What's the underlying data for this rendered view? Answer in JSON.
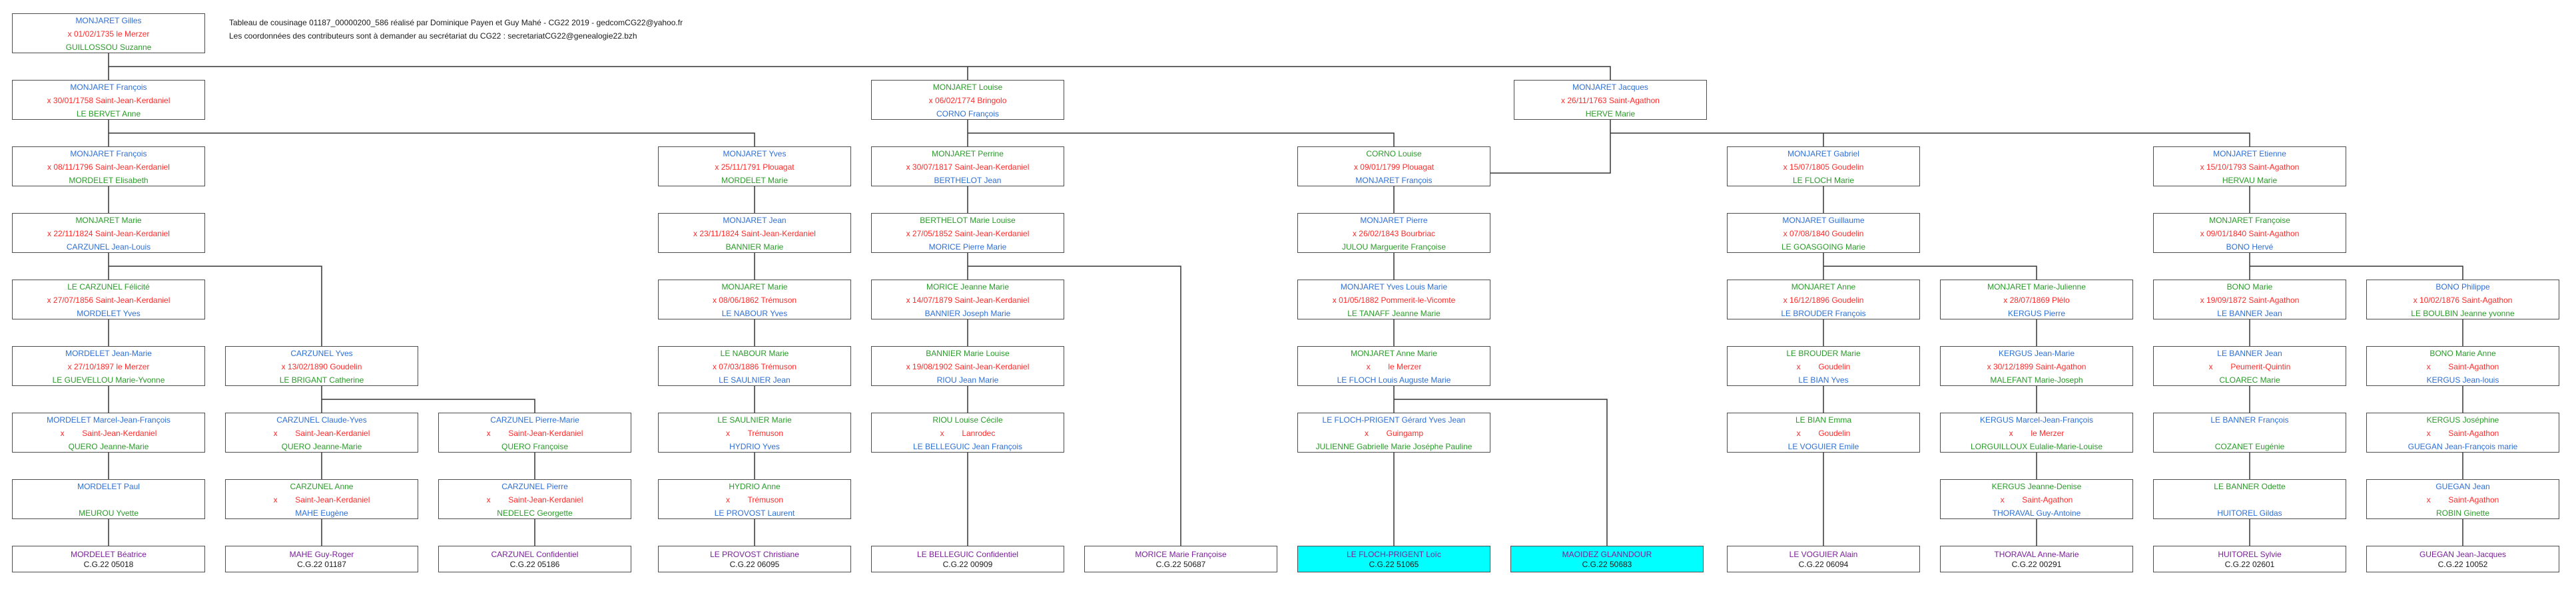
{
  "header": {
    "line1": "Tableau de cousinage 01187_00000200_586 réalisé par Dominique Payen et Guy Mahé - CG22 2019 - gedcomCG22@yahoo.fr",
    "line2": "Les coordonnées des contributeurs sont à demander au secrétariat du CG22 : secretariatCG22@genealogie22.bzh"
  },
  "boxes": [
    {
      "id": "root",
      "lines": [
        {
          "t": "MONJARET Gilles",
          "c": "b"
        },
        {
          "t": "x 01/02/1735 le Merzer",
          "c": "r"
        },
        {
          "t": "GUILLOSSOU Suzanne",
          "c": "g"
        }
      ]
    },
    {
      "id": "c1r1",
      "lines": [
        {
          "t": "MONJARET François",
          "c": "b"
        },
        {
          "t": "x 30/01/1758 Saint-Jean-Kerdaniel",
          "c": "r"
        },
        {
          "t": "LE BERVET Anne",
          "c": "g"
        }
      ]
    },
    {
      "id": "c1r2",
      "lines": [
        {
          "t": "MONJARET François",
          "c": "b"
        },
        {
          "t": "x 08/11/1796 Saint-Jean-Kerdaniel",
          "c": "r"
        },
        {
          "t": "MORDELET Elisabeth",
          "c": "g"
        }
      ]
    },
    {
      "id": "c1r3",
      "lines": [
        {
          "t": "MONJARET Marie",
          "c": "g"
        },
        {
          "t": "x 22/11/1824 Saint-Jean-Kerdaniel",
          "c": "r"
        },
        {
          "t": "CARZUNEL Jean-Louis",
          "c": "b"
        }
      ]
    },
    {
      "id": "c1r4",
      "lines": [
        {
          "t": "LE CARZUNEL Félicité",
          "c": "g"
        },
        {
          "t": "x 27/07/1856 Saint-Jean-Kerdaniel",
          "c": "r"
        },
        {
          "t": "MORDELET Yves",
          "c": "b"
        }
      ]
    },
    {
      "id": "c1r5",
      "lines": [
        {
          "t": "MORDELET Jean-Marie",
          "c": "b"
        },
        {
          "t": "x 27/10/1897 le Merzer",
          "c": "r"
        },
        {
          "t": "LE GUEVELLOU Marie-Yvonne",
          "c": "g"
        }
      ]
    },
    {
      "id": "c1r6",
      "lines": [
        {
          "t": "MORDELET Marcel-Jean-François",
          "c": "b"
        },
        {
          "t": "x        Saint-Jean-Kerdaniel",
          "c": "r"
        },
        {
          "t": "QUERO Jeanne-Marie",
          "c": "g"
        }
      ]
    },
    {
      "id": "c1r7",
      "lines": [
        {
          "t": "MORDELET Paul",
          "c": "b"
        },
        {
          "t": "",
          "c": "r"
        },
        {
          "t": "MEUROU Yvette",
          "c": "g"
        }
      ]
    },
    {
      "id": "c1r8",
      "cls": "h4",
      "lines": [
        {
          "t": "MORDELET Béatrice",
          "c": "p"
        },
        {
          "t": "C.G.22 05018",
          "c": "k"
        }
      ]
    },
    {
      "id": "c2r5",
      "lines": [
        {
          "t": "CARZUNEL Yves",
          "c": "b"
        },
        {
          "t": "x 13/02/1890 Goudelin",
          "c": "r"
        },
        {
          "t": "LE BRIGANT Catherine",
          "c": "g"
        }
      ]
    },
    {
      "id": "c2r6",
      "lines": [
        {
          "t": "CARZUNEL Claude-Yves",
          "c": "b"
        },
        {
          "t": "x        Saint-Jean-Kerdaniel",
          "c": "r"
        },
        {
          "t": "QUERO Jeanne-Marie",
          "c": "g"
        }
      ]
    },
    {
      "id": "c2r7",
      "lines": [
        {
          "t": "CARZUNEL Anne",
          "c": "g"
        },
        {
          "t": "x        Saint-Jean-Kerdaniel",
          "c": "r"
        },
        {
          "t": "MAHE Eugène",
          "c": "b"
        }
      ]
    },
    {
      "id": "c2r8",
      "cls": "h4",
      "lines": [
        {
          "t": "MAHE Guy-Roger",
          "c": "p"
        },
        {
          "t": "C.G.22 01187",
          "c": "k"
        }
      ]
    },
    {
      "id": "c3r6",
      "lines": [
        {
          "t": "CARZUNEL Pierre-Marie",
          "c": "b"
        },
        {
          "t": "x        Saint-Jean-Kerdaniel",
          "c": "r"
        },
        {
          "t": "QUERO Françoise",
          "c": "g"
        }
      ]
    },
    {
      "id": "c3r7",
      "lines": [
        {
          "t": "CARZUNEL Pierre",
          "c": "b"
        },
        {
          "t": "x        Saint-Jean-Kerdaniel",
          "c": "r"
        },
        {
          "t": "NEDELEC Georgette",
          "c": "g"
        }
      ]
    },
    {
      "id": "c3r8",
      "cls": "h4",
      "lines": [
        {
          "t": "CARZUNEL Confidentiel",
          "c": "p"
        },
        {
          "t": "C.G.22 05186",
          "c": "k"
        }
      ]
    },
    {
      "id": "c4r2",
      "lines": [
        {
          "t": "MONJARET Yves",
          "c": "b"
        },
        {
          "t": "x 25/11/1791 Plouagat",
          "c": "r"
        },
        {
          "t": "MORDELET Marie",
          "c": "g"
        }
      ]
    },
    {
      "id": "c4r3",
      "lines": [
        {
          "t": "MONJARET Jean",
          "c": "b"
        },
        {
          "t": "x 23/11/1824 Saint-Jean-Kerdaniel",
          "c": "r"
        },
        {
          "t": "BANNIER Marie",
          "c": "g"
        }
      ]
    },
    {
      "id": "c4r4",
      "lines": [
        {
          "t": "MONJARET Marie",
          "c": "g"
        },
        {
          "t": "x 08/06/1862 Trémuson",
          "c": "r"
        },
        {
          "t": "LE NABOUR Yves",
          "c": "b"
        }
      ]
    },
    {
      "id": "c4r5",
      "lines": [
        {
          "t": "LE NABOUR Marie",
          "c": "g"
        },
        {
          "t": "x 07/03/1886 Trémuson",
          "c": "r"
        },
        {
          "t": "LE SAULNIER Jean",
          "c": "b"
        }
      ]
    },
    {
      "id": "c4r6",
      "lines": [
        {
          "t": "LE SAULNIER Marie",
          "c": "g"
        },
        {
          "t": "x        Trémuson",
          "c": "r"
        },
        {
          "t": "HYDRIO Yves",
          "c": "b"
        }
      ]
    },
    {
      "id": "c4r7",
      "lines": [
        {
          "t": "HYDRIO Anne",
          "c": "g"
        },
        {
          "t": "x        Trémuson",
          "c": "r"
        },
        {
          "t": "LE PROVOST Laurent",
          "c": "b"
        }
      ]
    },
    {
      "id": "c4r8",
      "cls": "h4",
      "lines": [
        {
          "t": "LE PROVOST Christiane",
          "c": "p"
        },
        {
          "t": "C.G.22 06095",
          "c": "k"
        }
      ]
    },
    {
      "id": "c5r1",
      "lines": [
        {
          "t": "MONJARET Louise",
          "c": "g"
        },
        {
          "t": "x 06/02/1774 Bringolo",
          "c": "r"
        },
        {
          "t": "CORNO François",
          "c": "b"
        }
      ]
    },
    {
      "id": "c5r2",
      "lines": [
        {
          "t": "MONJARET Perrine",
          "c": "g"
        },
        {
          "t": "x 30/07/1817 Saint-Jean-Kerdaniel",
          "c": "r"
        },
        {
          "t": "BERTHELOT Jean",
          "c": "b"
        }
      ]
    },
    {
      "id": "c5r3",
      "lines": [
        {
          "t": "BERTHELOT Marie Louise",
          "c": "g"
        },
        {
          "t": "x 27/05/1852 Saint-Jean-Kerdaniel",
          "c": "r"
        },
        {
          "t": "MORICE Pierre Marie",
          "c": "b"
        }
      ]
    },
    {
      "id": "c5r4",
      "lines": [
        {
          "t": "MORICE Jeanne Marie",
          "c": "g"
        },
        {
          "t": "x 14/07/1879 Saint-Jean-Kerdaniel",
          "c": "r"
        },
        {
          "t": "BANNIER Joseph Marie",
          "c": "b"
        }
      ]
    },
    {
      "id": "c5r5",
      "lines": [
        {
          "t": "BANNIER Marie Louise",
          "c": "g"
        },
        {
          "t": "x 19/08/1902 Saint-Jean-Kerdaniel",
          "c": "r"
        },
        {
          "t": "RIOU Jean Marie",
          "c": "b"
        }
      ]
    },
    {
      "id": "c5r6",
      "lines": [
        {
          "t": "RIOU Louise Cécile",
          "c": "g"
        },
        {
          "t": "x        Lanrodec",
          "c": "r"
        },
        {
          "t": "LE BELLEGUIC Jean François",
          "c": "b"
        }
      ]
    },
    {
      "id": "c5r8",
      "cls": "h4",
      "lines": [
        {
          "t": "LE BELLEGUIC Confidentiel",
          "c": "p"
        },
        {
          "t": "C.G.22 00909",
          "c": "k"
        }
      ]
    },
    {
      "id": "c6r8",
      "cls": "h4",
      "lines": [
        {
          "t": "MORICE Marie Françoise",
          "c": "p"
        },
        {
          "t": "C.G.22 50687",
          "c": "k"
        }
      ]
    },
    {
      "id": "c7r2",
      "lines": [
        {
          "t": "CORNO Louise",
          "c": "g"
        },
        {
          "t": "x 09/01/1799 Plouagat",
          "c": "r"
        },
        {
          "t": "MONJARET François",
          "c": "b"
        }
      ]
    },
    {
      "id": "c7r3",
      "lines": [
        {
          "t": "MONJARET Pierre",
          "c": "b"
        },
        {
          "t": "x 26/02/1843 Bourbriac",
          "c": "r"
        },
        {
          "t": "JULOU Marguerite Françoise",
          "c": "g"
        }
      ]
    },
    {
      "id": "c7r4",
      "lines": [
        {
          "t": "MONJARET Yves Louis Marie",
          "c": "b"
        },
        {
          "t": "x 01/05/1882 Pommerit-le-Vicomte",
          "c": "r"
        },
        {
          "t": "LE TANAFF Jeanne Marie",
          "c": "g"
        }
      ]
    },
    {
      "id": "c7r5",
      "lines": [
        {
          "t": "MONJARET Anne Marie",
          "c": "g"
        },
        {
          "t": "x        le Merzer",
          "c": "r"
        },
        {
          "t": "LE FLOCH Louis Auguste Marie",
          "c": "b"
        }
      ]
    },
    {
      "id": "c7r6",
      "lines": [
        {
          "t": "LE FLOCH-PRIGENT Gérard Yves Jean",
          "c": "b"
        },
        {
          "t": "x        Guingamp",
          "c": "r"
        },
        {
          "t": "JULIENNE Gabrielle Marie Joséphe Pauline",
          "c": "g"
        }
      ]
    },
    {
      "id": "c7r8",
      "cls": "h4 cyan",
      "lines": [
        {
          "t": "LE FLOCH-PRIGENT Loïc",
          "c": "p"
        },
        {
          "t": "C.G.22 51065",
          "c": "k"
        }
      ]
    },
    {
      "id": "c8r8",
      "cls": "h4 cyan",
      "lines": [
        {
          "t": "MAOIDEZ GLANNDOUR",
          "c": "p"
        },
        {
          "t": "C.G.22 50683",
          "c": "k"
        }
      ]
    },
    {
      "id": "c9r1",
      "lines": [
        {
          "t": "MONJARET Jacques",
          "c": "b"
        },
        {
          "t": "x 26/11/1763 Saint-Agathon",
          "c": "r"
        },
        {
          "t": "HERVE Marie",
          "c": "g"
        }
      ]
    },
    {
      "id": "c9r2",
      "lines": [
        {
          "t": "MONJARET Gabriel",
          "c": "b"
        },
        {
          "t": "x 15/07/1805 Goudelin",
          "c": "r"
        },
        {
          "t": "LE FLOCH Marie",
          "c": "g"
        }
      ]
    },
    {
      "id": "c9r3",
      "lines": [
        {
          "t": "MONJARET Guillaume",
          "c": "b"
        },
        {
          "t": "x 07/08/1840 Goudelin",
          "c": "r"
        },
        {
          "t": "LE GOASGOING Marie",
          "c": "g"
        }
      ]
    },
    {
      "id": "c9r4",
      "lines": [
        {
          "t": "MONJARET Anne",
          "c": "g"
        },
        {
          "t": "x 16/12/1896 Goudelin",
          "c": "r"
        },
        {
          "t": "LE BROUDER François",
          "c": "b"
        }
      ]
    },
    {
      "id": "c9r5",
      "lines": [
        {
          "t": "LE BROUDER Marie",
          "c": "g"
        },
        {
          "t": "x        Goudelin",
          "c": "r"
        },
        {
          "t": "LE BIAN Yves",
          "c": "b"
        }
      ]
    },
    {
      "id": "c9r6",
      "lines": [
        {
          "t": "LE BIAN Emma",
          "c": "g"
        },
        {
          "t": "x        Goudelin",
          "c": "r"
        },
        {
          "t": "LE VOGUIER Emile",
          "c": "b"
        }
      ]
    },
    {
      "id": "c9r8",
      "cls": "h4",
      "lines": [
        {
          "t": "LE VOGUIER Alain",
          "c": "p"
        },
        {
          "t": "C.G.22 06094",
          "c": "k"
        }
      ]
    },
    {
      "id": "c10r4",
      "lines": [
        {
          "t": "MONJARET Marie-Julienne",
          "c": "g"
        },
        {
          "t": "x 28/07/1869 Plélo",
          "c": "r"
        },
        {
          "t": "KERGUS Pierre",
          "c": "b"
        }
      ]
    },
    {
      "id": "c10r5",
      "lines": [
        {
          "t": "KERGUS Jean-Marie",
          "c": "b"
        },
        {
          "t": "x 30/12/1899 Saint-Agathon",
          "c": "r"
        },
        {
          "t": "MALEFANT Marie-Joseph",
          "c": "g"
        }
      ]
    },
    {
      "id": "c10r6",
      "lines": [
        {
          "t": "KERGUS Marcel-Jean-François",
          "c": "b"
        },
        {
          "t": "x        le Merzer",
          "c": "r"
        },
        {
          "t": "LORGUILLOUX Eulalie-Marie-Louise",
          "c": "g"
        }
      ]
    },
    {
      "id": "c10r7",
      "lines": [
        {
          "t": "KERGUS Jeanne-Denise",
          "c": "g"
        },
        {
          "t": "x        Saint-Agathon",
          "c": "r"
        },
        {
          "t": "THORAVAL Guy-Antoine",
          "c": "b"
        }
      ]
    },
    {
      "id": "c10r8",
      "cls": "h4",
      "lines": [
        {
          "t": "THORAVAL Anne-Marie",
          "c": "p"
        },
        {
          "t": "C.G.22 00291",
          "c": "k"
        }
      ]
    },
    {
      "id": "c11r2",
      "lines": [
        {
          "t": "MONJARET Etienne",
          "c": "b"
        },
        {
          "t": "x 15/10/1793 Saint-Agathon",
          "c": "r"
        },
        {
          "t": "HERVAU Marie",
          "c": "g"
        }
      ]
    },
    {
      "id": "c11r3",
      "lines": [
        {
          "t": "MONJARET Françoise",
          "c": "g"
        },
        {
          "t": "x 09/01/1840 Saint-Agathon",
          "c": "r"
        },
        {
          "t": "BONO Hervé",
          "c": "b"
        }
      ]
    },
    {
      "id": "c11r4",
      "lines": [
        {
          "t": "BONO Marie",
          "c": "g"
        },
        {
          "t": "x 19/09/1872 Saint-Agathon",
          "c": "r"
        },
        {
          "t": "LE BANNER Jean",
          "c": "b"
        }
      ]
    },
    {
      "id": "c11r5",
      "lines": [
        {
          "t": "LE BANNER Jean",
          "c": "b"
        },
        {
          "t": "x        Peumerit-Quintin",
          "c": "r"
        },
        {
          "t": "CLOAREC Marie",
          "c": "g"
        }
      ]
    },
    {
      "id": "c11r6",
      "lines": [
        {
          "t": "LE BANNER François",
          "c": "b"
        },
        {
          "t": "",
          "c": "r"
        },
        {
          "t": "COZANET Eugénie",
          "c": "g"
        }
      ]
    },
    {
      "id": "c11r7",
      "lines": [
        {
          "t": "LE BANNER Odette",
          "c": "g"
        },
        {
          "t": "",
          "c": "r"
        },
        {
          "t": "HUITOREL Gildas",
          "c": "b"
        }
      ]
    },
    {
      "id": "c11r8",
      "cls": "h4",
      "lines": [
        {
          "t": "HUITOREL Sylvie",
          "c": "p"
        },
        {
          "t": "C.G.22 02601",
          "c": "k"
        }
      ]
    },
    {
      "id": "c12r4",
      "lines": [
        {
          "t": "BONO Philippe",
          "c": "b"
        },
        {
          "t": "x 10/02/1876 Saint-Agathon",
          "c": "r"
        },
        {
          "t": "LE BOULBIN Jeanne yvonne",
          "c": "g"
        }
      ]
    },
    {
      "id": "c12r5",
      "lines": [
        {
          "t": "BONO Marie Anne",
          "c": "g"
        },
        {
          "t": "x        Saint-Agathon",
          "c": "r"
        },
        {
          "t": "KERGUS Jean-louis",
          "c": "b"
        }
      ]
    },
    {
      "id": "c12r6",
      "lines": [
        {
          "t": "KERGUS Joséphine",
          "c": "g"
        },
        {
          "t": "x        Saint-Agathon",
          "c": "r"
        },
        {
          "t": "GUEGAN Jean-François marie",
          "c": "b"
        }
      ]
    },
    {
      "id": "c12r7",
      "lines": [
        {
          "t": "GUEGAN Jean",
          "c": "b"
        },
        {
          "t": "x        Saint-Agathon",
          "c": "r"
        },
        {
          "t": "ROBIN Ginette",
          "c": "g"
        }
      ]
    },
    {
      "id": "c12r8",
      "cls": "h4",
      "lines": [
        {
          "t": "GUEGAN Jean-Jacques",
          "c": "p"
        },
        {
          "t": "C.G.22 10052",
          "c": "k"
        }
      ]
    }
  ]
}
